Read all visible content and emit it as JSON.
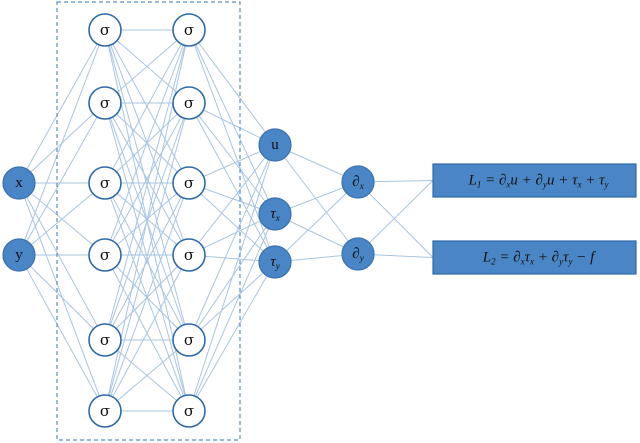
{
  "diagram": {
    "input_nodes": [
      {
        "id": "x",
        "label": "x"
      },
      {
        "id": "y",
        "label": "y"
      }
    ],
    "hidden_layers": [
      {
        "neuron_label": "σ",
        "count": 6
      },
      {
        "neuron_label": "σ",
        "count": 6
      }
    ],
    "output_nodes": [
      {
        "id": "u",
        "label": "u",
        "sub": ""
      },
      {
        "id": "tau_x",
        "label": "τ",
        "sub": "x"
      },
      {
        "id": "tau_y",
        "label": "τ",
        "sub": "y"
      }
    ],
    "derivative_nodes": [
      {
        "id": "dx",
        "label": "∂",
        "sub": "x"
      },
      {
        "id": "dy",
        "label": "∂",
        "sub": "y"
      }
    ],
    "losses": [
      {
        "id": "L1",
        "name": "L",
        "index": "1",
        "equals": "=",
        "terms": [
          {
            "base": "∂",
            "sub": "x",
            "var": "u",
            "op": "+"
          },
          {
            "base": "∂",
            "sub": "y",
            "var": "u",
            "op": "+"
          },
          {
            "base": "τ",
            "sub": "x",
            "var": "",
            "op": "+"
          },
          {
            "base": "τ",
            "sub": "y",
            "var": "",
            "op": ""
          }
        ]
      },
      {
        "id": "L2",
        "name": "L",
        "index": "2",
        "equals": "=",
        "terms": [
          {
            "base": "∂",
            "sub": "x",
            "var": "τ",
            "var_sub": "x",
            "op": "+"
          },
          {
            "base": "∂",
            "sub": "y",
            "var": "τ",
            "var_sub": "y",
            "op": "−"
          },
          {
            "base": "f",
            "sub": "",
            "var": "",
            "op": ""
          }
        ]
      }
    ],
    "colors": {
      "node_outline": "#2f6aa5",
      "node_solid": "#4a86c5",
      "edge": "#a9c4e2",
      "dashed_box": "#5b8fc9"
    }
  }
}
